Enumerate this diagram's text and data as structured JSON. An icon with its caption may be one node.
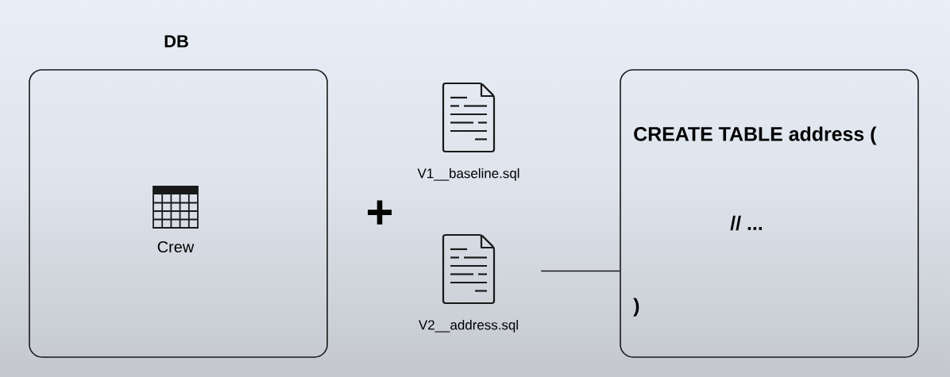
{
  "diagram": {
    "nodes": [
      {
        "text": [
          "DB"
        ]
      },
      {
        "text": [
          "Crew"
        ],
        "in": 0
      },
      {
        "text": [
          "V1__baseline.sql"
        ]
      },
      {
        "text": [
          "V2__address.sql"
        ]
      },
      {
        "text": [
          "CREATE TABLE address (",
          "// ...",
          ")"
        ]
      }
    ],
    "edges": [
      {
        "from": 3,
        "to": 4,
        "arrow": "none"
      }
    ],
    "labels": [
      "+"
    ]
  }
}
